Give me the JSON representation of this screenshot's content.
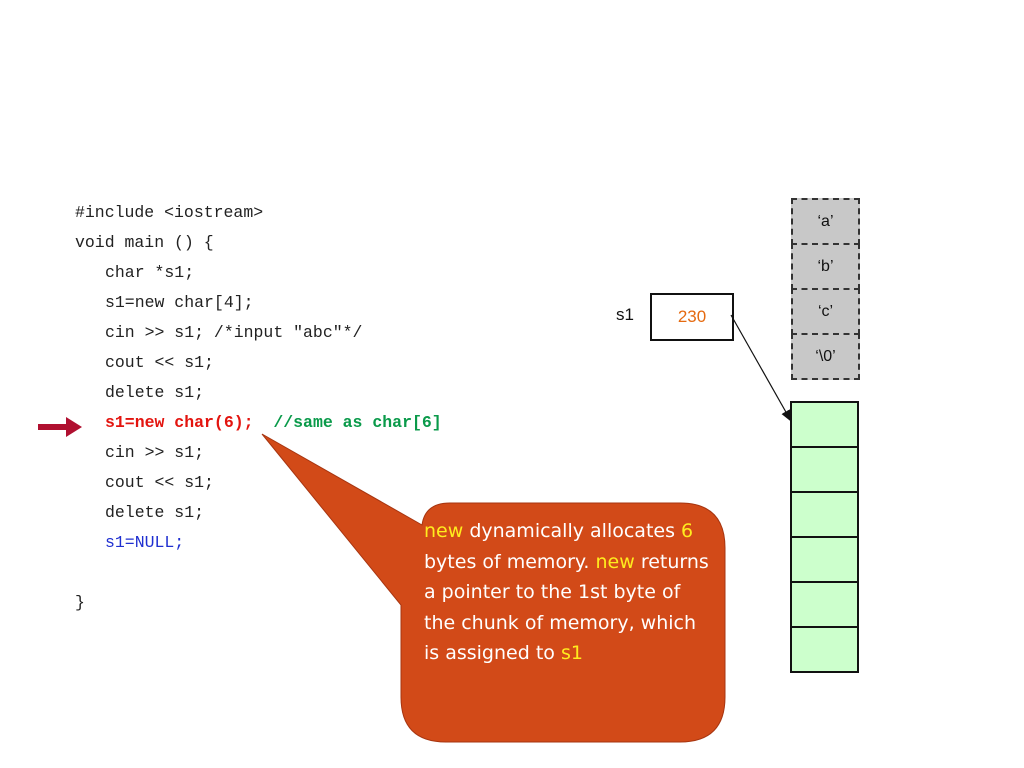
{
  "code": {
    "lines": [
      "#include <iostream>",
      "void main () {",
      "char *s1;",
      "s1=new char[4];",
      "cin >> s1; /*input \"abc\"*/",
      "cout << s1;",
      "delete s1;",
      "s1=new char(6);",
      "cin >> s1;",
      "cout << s1;",
      "delete s1;",
      "s1=NULL;",
      "",
      "}"
    ],
    "comment": "//same as char[6]"
  },
  "callout": {
    "w1": "new",
    "t1": " dynamically allocates ",
    "w2": "6",
    "t2": " bytes of memory. ",
    "w3": "new",
    "t3": " returns a pointer to the 1st byte of the chunk of memory, which is assigned to ",
    "w4": "s1"
  },
  "memory": {
    "old_cells": [
      "‘a’",
      "‘b’",
      "‘c’",
      "‘\\0’"
    ],
    "new_cell_count": 6
  },
  "variable": {
    "name": "s1",
    "value": "230"
  },
  "colors": {
    "callout_fill": "#d24a18",
    "highlight_red": "#e3140f",
    "comment_green": "#0a9a4a",
    "null_blue": "#1f2fd0",
    "keyword_yellow": "#ffec1e",
    "arrow_red": "#b01030",
    "value_orange": "#e56a10",
    "freed_gray": "#c8c8c8",
    "allocated_green": "#ccffcc"
  }
}
